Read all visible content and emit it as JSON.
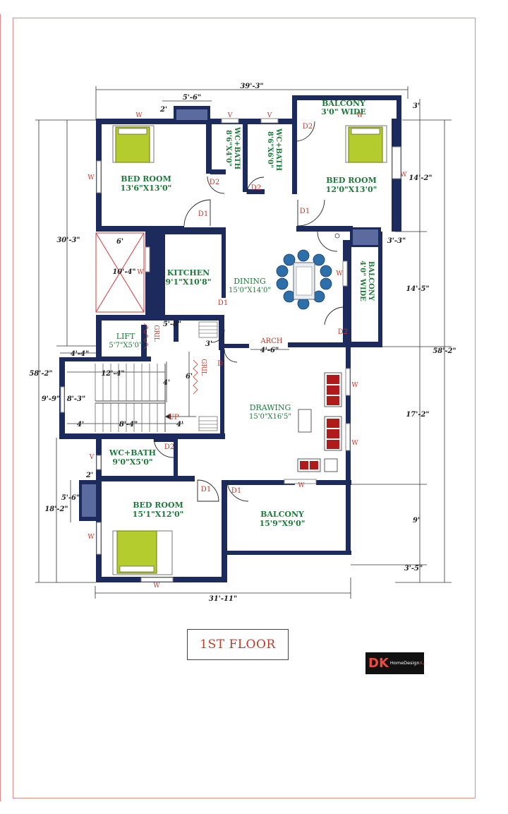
{
  "floor_title": "1ST FLOOR",
  "logo": {
    "mark": "DK",
    "name": "HomeDesign",
    "accent": "X",
    "suffix": ".com",
    "tagline": ""
  },
  "rooms": {
    "bed1": {
      "name": "BED ROOM",
      "size": "13'6\"X13'0\""
    },
    "bed2": {
      "name": "BED ROOM",
      "size": "12'0\"X13'0\""
    },
    "bed3": {
      "name": "BED ROOM",
      "size": "15'1\"X12'0\""
    },
    "wc1": {
      "name": "WC+BATH",
      "size": "8'6\"X4'0\""
    },
    "wc2": {
      "name": "WC+BATH",
      "size": "8'6\"X6'0\""
    },
    "wc3": {
      "name": "WC+BATH",
      "size": "9'0\"X5'0\""
    },
    "balcony_top": {
      "name": "BALCONY",
      "size": "3'0\" WIDE"
    },
    "balcony_right": {
      "name": "BALCONY",
      "size": "4'0\" WIDE"
    },
    "balcony_bottom": {
      "name": "BALCONY",
      "size": "15'9\"X9'0\""
    },
    "kitchen": {
      "name": "KITCHEN",
      "size": "9'1\"X10'8\""
    },
    "dining": {
      "name": "DINING",
      "size": "15'0\"X14'0\""
    },
    "drawing": {
      "name": "DRAWING",
      "size": "15'0\"X16'5\""
    },
    "lift": {
      "name": "LIFT",
      "size": "5'7\"X5'0\""
    }
  },
  "labels": {
    "d1": "D1",
    "d2": "D2",
    "d": "D",
    "w": "W",
    "v": "V",
    "arch": "ARCH",
    "up": "UP",
    "gril": "GRIL"
  },
  "dims": {
    "top_total": "39'-3\"",
    "top_small": "5'-6\"",
    "top_2": "2'",
    "right_3": "3'",
    "right_14_2": "14'-2\"",
    "right_3_3": "3'-3\"",
    "right_14_5": "14'-5\"",
    "right_58_2": "58'-2\"",
    "right_17_2": "17'-2\"",
    "right_9": "9'",
    "right_3_5": "3'-5\"",
    "left_30_3": "30'-3\"",
    "left_58_2": "58'-2\"",
    "left_10_4": "10'-4\"",
    "left_6": "6'",
    "left_4_4": "4'-4\"",
    "left_9_9": "9'-9\"",
    "left_8_3": "8'-3\"",
    "left_18_2": "18'-2\"",
    "left_5_6": "5'-6\"",
    "left_2": "2'",
    "stair_12_4": "12'-4\"",
    "stair_4a": "4'",
    "stair_8_4": "8'-4\"",
    "stair_4b": "4'",
    "stair_4c": "4'",
    "stair_6": "6'",
    "stair_3": "3'",
    "lift_5_8": "5'-8\"",
    "arch_4_6": "4'-6\"",
    "bottom_total": "31'-11\""
  },
  "colors": {
    "wall": "#1c2a5c",
    "room_text": "#1e7a3a",
    "dim_text": "#222222",
    "door_text": "#c0392b",
    "bed": "#b5cc2e",
    "sofa": "#b01a1a"
  }
}
